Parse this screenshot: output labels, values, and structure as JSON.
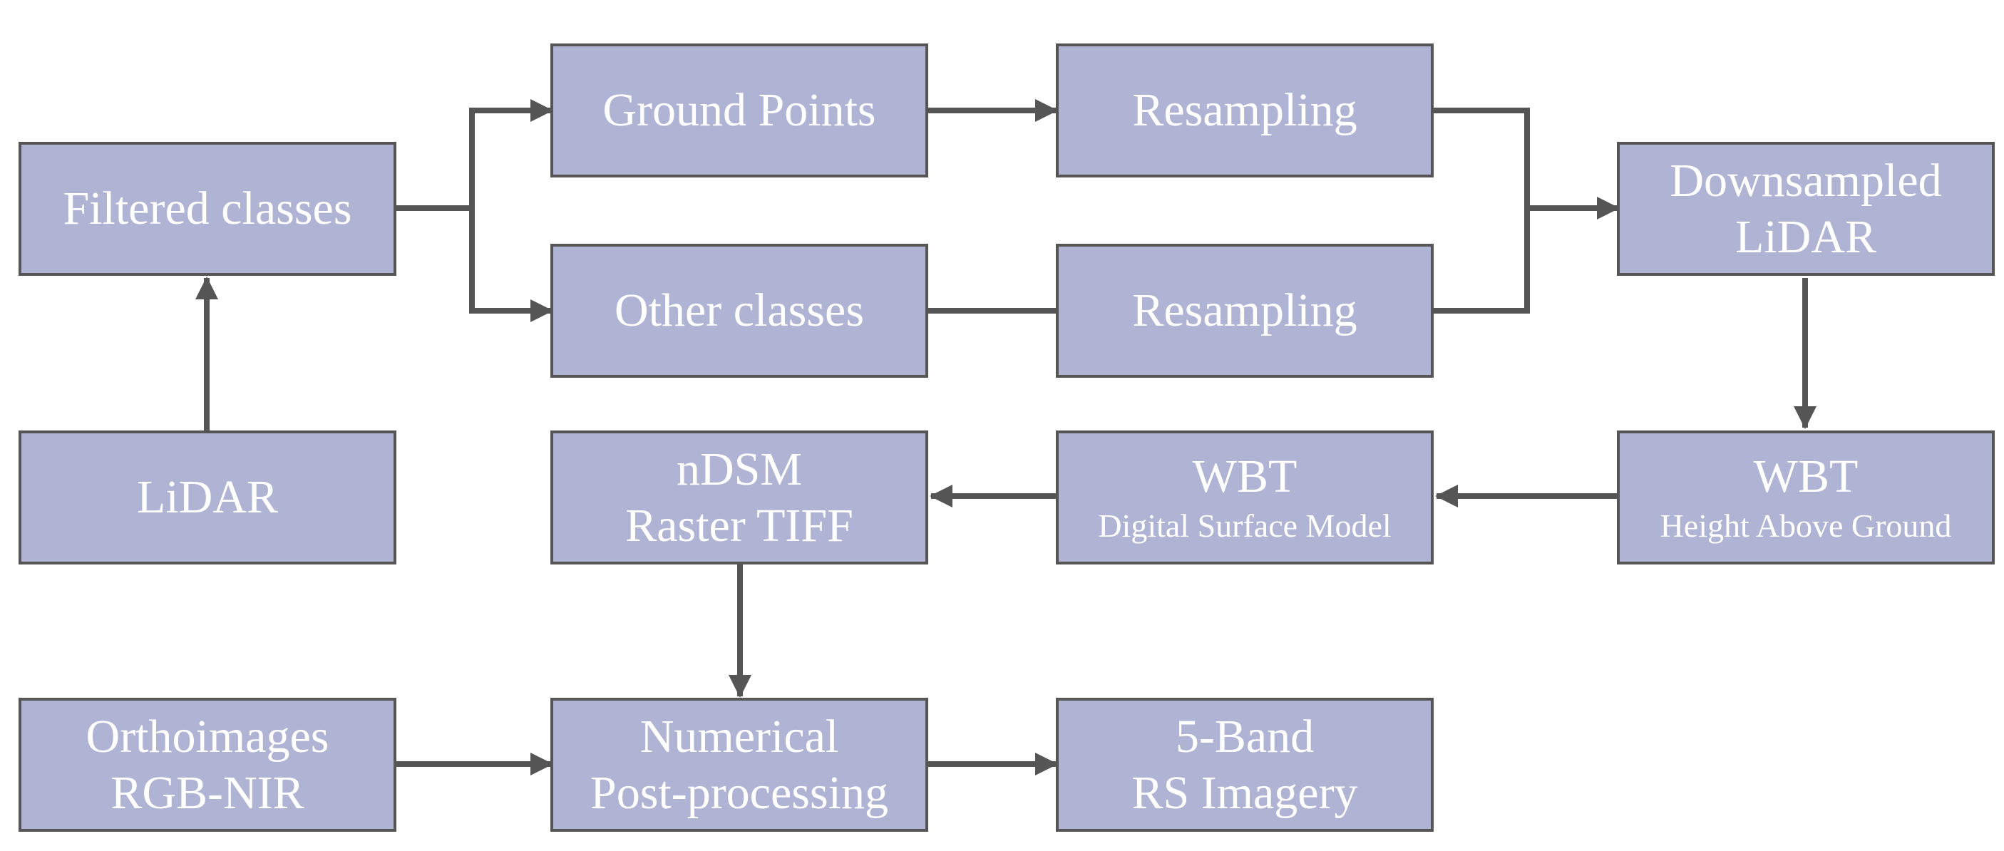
{
  "nodes": {
    "filtered": {
      "lines": [
        "Filtered classes"
      ]
    },
    "lidar": {
      "lines": [
        "LiDAR"
      ]
    },
    "ground": {
      "lines": [
        "Ground Points"
      ]
    },
    "other": {
      "lines": [
        "Other classes"
      ]
    },
    "resample1": {
      "lines": [
        "Resampling"
      ]
    },
    "resample2": {
      "lines": [
        "Resampling"
      ]
    },
    "downsampled": {
      "lines": [
        "Downsampled",
        "LiDAR"
      ]
    },
    "wbt_hag": {
      "title": "WBT",
      "subtitle": "Height Above Ground"
    },
    "wbt_dsm": {
      "title": "WBT",
      "subtitle": "Digital Surface Model"
    },
    "ndsm": {
      "lines": [
        "nDSM",
        "Raster TIFF"
      ]
    },
    "ortho": {
      "lines": [
        "Orthoimages",
        "RGB-NIR"
      ]
    },
    "numerical": {
      "lines": [
        "Numerical",
        "Post-processing"
      ]
    },
    "band5": {
      "lines": [
        "5-Band",
        "RS Imagery"
      ]
    }
  },
  "colors": {
    "box_fill": "#b0b4d4",
    "box_border": "#555555",
    "text": "#ffffff",
    "connector": "#555555"
  }
}
